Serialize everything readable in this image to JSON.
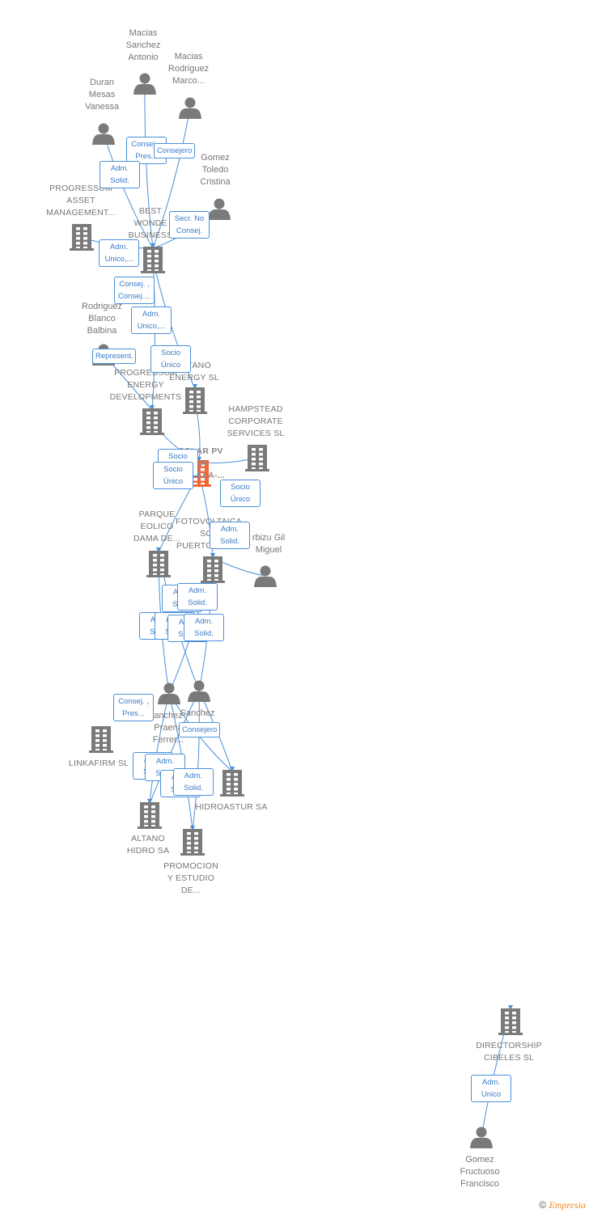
{
  "colors": {
    "edge": "#4a90d9",
    "node": "#7a7a7a",
    "focus": "#f0673a"
  },
  "people": [
    {
      "id": "p1",
      "label": "Macias\nSanchez\nAntonio"
    },
    {
      "id": "p2",
      "label": "Macias\nRodriguez\nMarco..."
    },
    {
      "id": "p3",
      "label": "Duran\nMesas\nVanessa"
    },
    {
      "id": "p4",
      "label": "Gomez\nToledo\nCristina"
    },
    {
      "id": "p5",
      "label": "Rodriguez\nBlanco\nBalbina"
    },
    {
      "id": "p6",
      "label": "rbizu Gil\nMiguel"
    },
    {
      "id": "p7",
      "label": "anchez\nPraena\nFerrer..."
    },
    {
      "id": "p8",
      "label": "Sanchez\nlanco..."
    },
    {
      "id": "p9",
      "label": "Gomez\nFructuoso\nFrancisco"
    }
  ],
  "companies": [
    {
      "id": "c1",
      "label": "PROGRESSUM\nASSET\nMANAGEMENT..."
    },
    {
      "id": "c2",
      "label": "BEST\nWONDE\nBUSINESS"
    },
    {
      "id": "c3",
      "label": "PROGRESSUM\nENERGY\nDEVELOPMENTS"
    },
    {
      "id": "c4",
      "label": "ALTANO\nENERGY  SL"
    },
    {
      "id": "c5",
      "label": "HAMPSTEAD\nCORPORATE\nSERVICES  SL"
    },
    {
      "id": "c6",
      "label": "SOLAR PV\nLA\nCASILLA-..."
    },
    {
      "id": "c7",
      "label": "PARQUE\nEOLICO\nDAMA DE..."
    },
    {
      "id": "c8",
      "label": "FOTOVOLTAICA\nSOL\nPUERTOLLANO"
    },
    {
      "id": "c9",
      "label": "LINKAFIRM SL"
    },
    {
      "id": "c10",
      "label": "HIDROASTUR SA"
    },
    {
      "id": "c11",
      "label": "ALTANO\nHIDRO SA"
    },
    {
      "id": "c12",
      "label": "PROMOCION\nY ESTUDIO\nDE..."
    },
    {
      "id": "c13",
      "label": "DIRECTORSHIP\nCIBELES SL"
    }
  ],
  "roles": [
    {
      "id": "r1",
      "label": "Consej. ,\nPres..."
    },
    {
      "id": "r2",
      "label": "Consejero"
    },
    {
      "id": "r3",
      "label": "Adm.\nSolid."
    },
    {
      "id": "r4",
      "label": "Secr.  No\nConsej."
    },
    {
      "id": "r5",
      "label": "Adm.\nUnico,..."
    },
    {
      "id": "r6",
      "label": "Consej. ,\nConsej...."
    },
    {
      "id": "r7",
      "label": "Adm.\nUnico,..."
    },
    {
      "id": "r8",
      "label": "Represent."
    },
    {
      "id": "r9",
      "label": "Socio\nÚnico"
    },
    {
      "id": "r10",
      "label": "Socio\nÚnico"
    },
    {
      "id": "r11",
      "label": "Socio\nÚnico"
    },
    {
      "id": "r12",
      "label": "Socio\nÚnico"
    },
    {
      "id": "r13",
      "label": "Adm.\nSolid."
    },
    {
      "id": "r14",
      "label": "Adm.\nSolid."
    },
    {
      "id": "r15",
      "label": "Adm.\nSolid."
    },
    {
      "id": "r16",
      "label": "Adm.\nSolid."
    },
    {
      "id": "r17",
      "label": "Adm.\nSolid."
    },
    {
      "id": "r18",
      "label": "Adm.\nSolid."
    },
    {
      "id": "r19",
      "label": "Adm.\nSolid."
    },
    {
      "id": "r20",
      "label": "Consej. ,\nPres..."
    },
    {
      "id": "r21",
      "label": "Consejero"
    },
    {
      "id": "r22",
      "label": "Adm.\nSolid."
    },
    {
      "id": "r23",
      "label": "Adm.\nSolid."
    },
    {
      "id": "r24",
      "label": "Adm.\nSolid."
    },
    {
      "id": "r25",
      "label": "Adm.\nSolid."
    },
    {
      "id": "r26",
      "label": "Adm.\nUnico"
    }
  ],
  "footer": {
    "copyright": "©",
    "brand": "Empresia"
  }
}
